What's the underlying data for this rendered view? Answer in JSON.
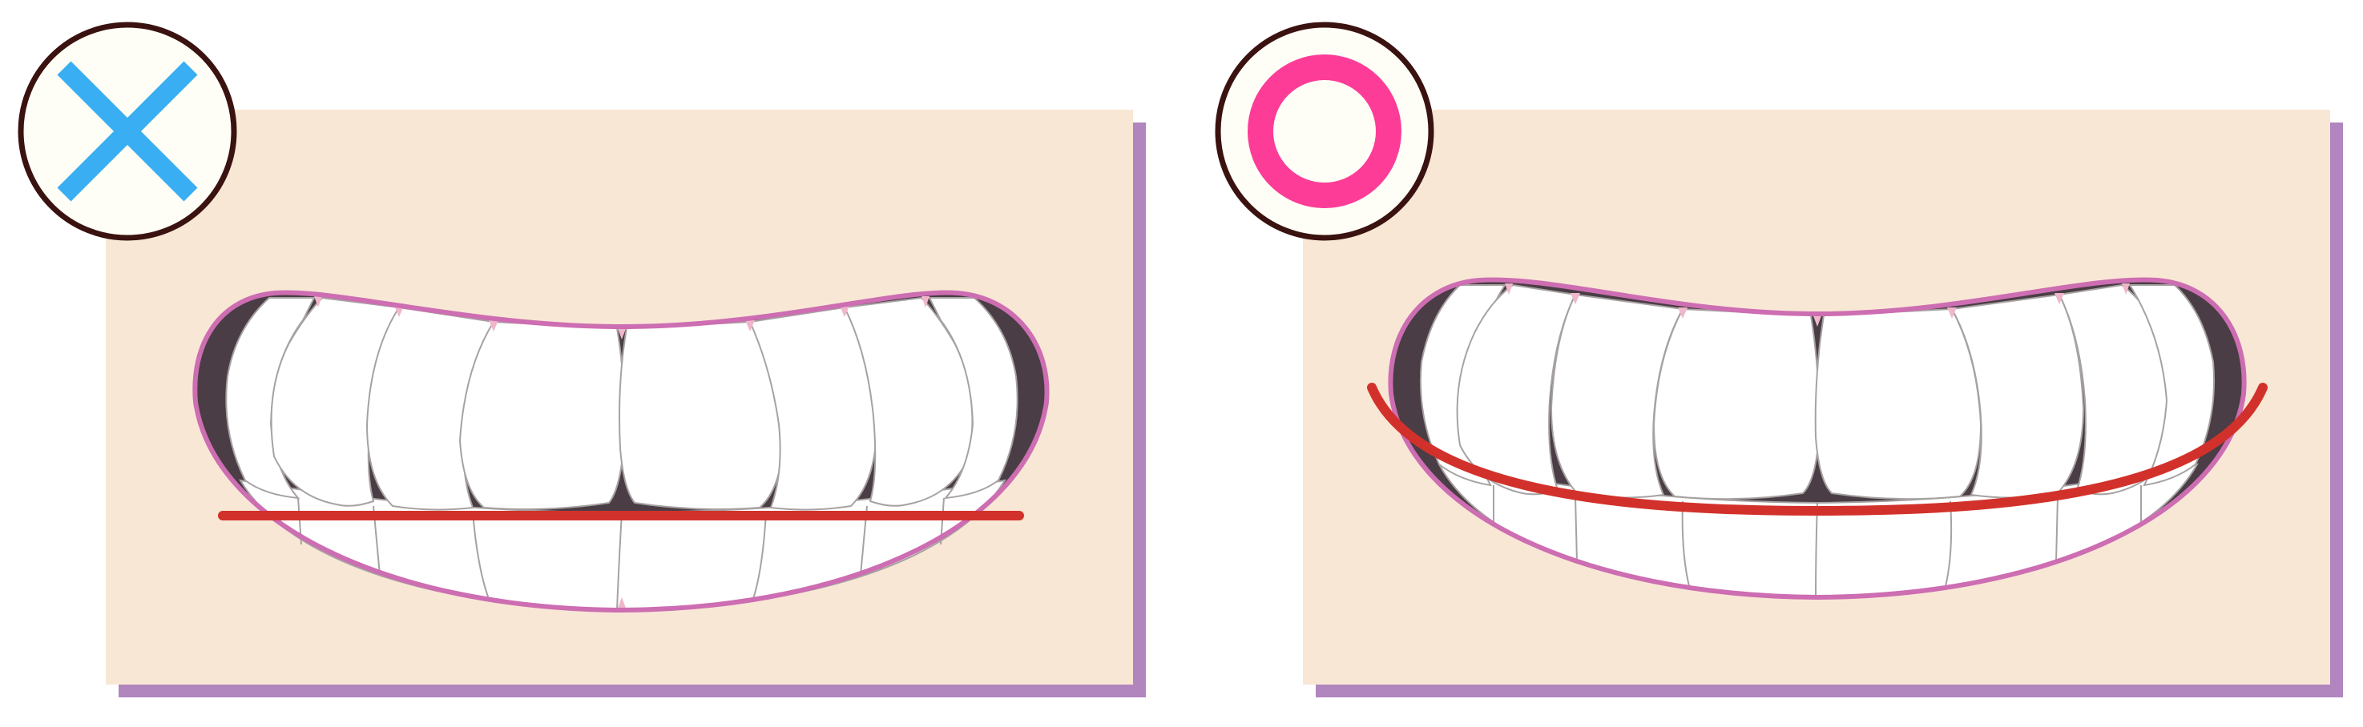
{
  "colors": {
    "background": "#ffffff",
    "panel": "#f8e7d5",
    "panel_shadow": "#b185bd",
    "lip_outline": "#cd6db2",
    "mouth_interior": "#4a3d45",
    "gum": "#f0b6cc",
    "tooth": "#ffffff",
    "tooth_outline": "#a7a2a2",
    "guide_line": "#d2312b",
    "badge_fill": "#fefef6",
    "badge_border": "#3a1210",
    "wrong_mark": "#39aef2",
    "correct_mark": "#fd3c98"
  },
  "panels": [
    {
      "id": "incorrect",
      "badge_icon": "cross-icon",
      "guide_line_shape": "straight"
    },
    {
      "id": "correct",
      "badge_icon": "circle-icon",
      "guide_line_shape": "curved"
    }
  ]
}
